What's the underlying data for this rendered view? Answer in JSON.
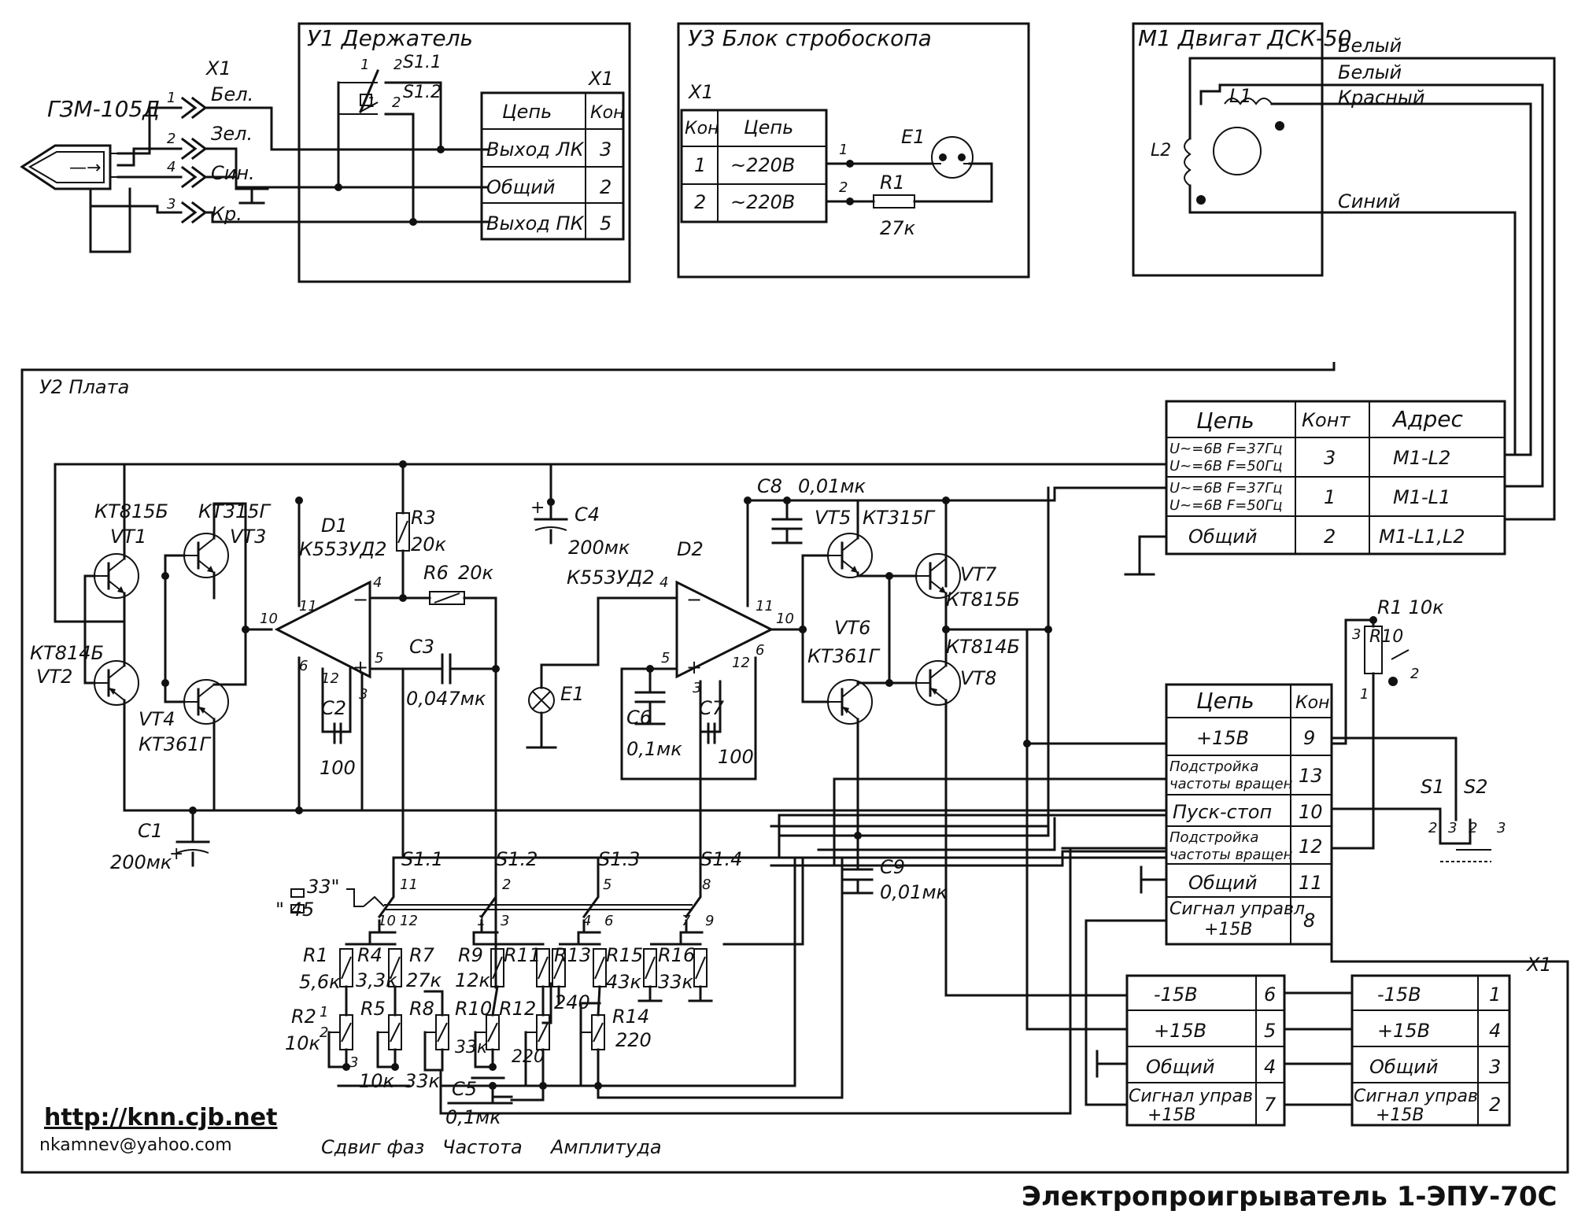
{
  "title": "Электропроигрыватель 1-ЭПУ-70С",
  "footer": {
    "url": "http://knn.cjb.net",
    "email": "nkamnev@yahoo.com"
  },
  "pickup": {
    "name": "ГЗМ-105Д",
    "connector": "X1",
    "pins": [
      {
        "num": "1",
        "color": "Бел."
      },
      {
        "num": "2",
        "color": "Зел."
      },
      {
        "num": "4",
        "color": "Син."
      },
      {
        "num": "3",
        "color": "Кр."
      }
    ]
  },
  "holder": {
    "title": "У1 Держатель",
    "switch_a": "S1.1",
    "switch_b": "S1.2",
    "pin_labels": [
      "1",
      "2",
      "1",
      "2"
    ],
    "connector": "X1",
    "table_header": [
      "Цепь",
      "Кон"
    ],
    "rows": [
      [
        "Выход ЛК",
        "3"
      ],
      [
        "Общий",
        "2"
      ],
      [
        "Выход ПК",
        "5"
      ]
    ]
  },
  "stroboscope": {
    "title": "У3 Блок стробоскопа",
    "connector": "X1",
    "table_header": [
      "Кон",
      "Цепь"
    ],
    "rows": [
      [
        "1",
        "~220В"
      ],
      [
        "2",
        "~220В"
      ]
    ],
    "lamp": "E1",
    "resistor": "R1",
    "resistor_value": "27к",
    "node_labels": [
      "1",
      "2"
    ]
  },
  "motor": {
    "title": "М1 Двигат ДСК-50",
    "coil1": "L1",
    "coil2": "L2",
    "wires": [
      "Белый",
      "Белый",
      "Красный",
      "Синий"
    ]
  },
  "board": {
    "title": "У2 Плата",
    "motor_table": {
      "header": [
        "Цепь",
        "Конт",
        "Адрес"
      ],
      "rows": [
        {
          "chain1": "U~=6В F=37Гц",
          "chain2": "U~=6В F=50Гц",
          "pin": "3",
          "addr": "М1-L2"
        },
        {
          "chain1": "U~=6В F=37Гц",
          "chain2": "U~=6В F=50Гц",
          "pin": "1",
          "addr": "М1-L1"
        },
        {
          "chain1": "Общий",
          "chain2": "",
          "pin": "2",
          "addr": "М1-L1,L2"
        }
      ]
    },
    "ctrl_table": {
      "header": [
        "Цепь",
        "Кон"
      ],
      "rows": [
        {
          "l1": "+15В",
          "l2": "",
          "pin": "9"
        },
        {
          "l1": "Подстройка",
          "l2": "частоты вращен",
          "pin": "13"
        },
        {
          "l1": "Пуск-стоп",
          "l2": "",
          "pin": "10"
        },
        {
          "l1": "Подстройка",
          "l2": "частоты вращен",
          "pin": "12"
        },
        {
          "l1": "Общий",
          "l2": "",
          "pin": "11"
        },
        {
          "l1": "Сигнал управл",
          "l2": "+15В",
          "pin": "8"
        }
      ]
    },
    "power_table": {
      "rows": [
        {
          "l1": "-15В",
          "l2": "",
          "pin": "6"
        },
        {
          "l1": "+15В",
          "l2": "",
          "pin": "5"
        },
        {
          "l1": "Общий",
          "l2": "",
          "pin": "4"
        },
        {
          "l1": "Сигнал управ",
          "l2": "+15В",
          "pin": "7"
        }
      ]
    },
    "x1_table": {
      "connector": "X1",
      "rows": [
        {
          "l1": "-15В",
          "l2": "",
          "pin": "1"
        },
        {
          "l1": "+15В",
          "l2": "",
          "pin": "4"
        },
        {
          "l1": "Общий",
          "l2": "",
          "pin": "3"
        },
        {
          "l1": "Сигнал управ",
          "l2": "+15В",
          "pin": "2"
        }
      ]
    },
    "pot": {
      "ref": "R1 10к",
      "name": "R10",
      "pins": [
        "3",
        "2",
        "1"
      ]
    },
    "switches": {
      "s1": "S1",
      "s2": "S2",
      "pins": [
        "2",
        "3",
        "2",
        "3"
      ]
    },
    "d1": {
      "ref": "D1",
      "type": "К553УД2",
      "pins": [
        "11",
        "4",
        "10",
        "6",
        "12",
        "3",
        "5"
      ]
    },
    "d2": {
      "ref": "D2",
      "type": "К553УД2",
      "pins": [
        "4",
        "11",
        "10",
        "5",
        "3",
        "12",
        "6"
      ]
    },
    "transistors": {
      "vt1": {
        "ref": "VT1",
        "type": "КТ815Б"
      },
      "vt2": {
        "ref": "VT2",
        "type": "КТ814Б"
      },
      "vt3": {
        "ref": "VT3",
        "type": "КТ315Г"
      },
      "vt4": {
        "ref": "VT4",
        "type": "КТ361Г"
      },
      "vt5": {
        "ref": "VT5",
        "type": "КТ315Г"
      },
      "vt6": {
        "ref": "VT6",
        "type": "КТ361Г"
      },
      "vt7": {
        "ref": "VT7",
        "type": "КТ815Б"
      },
      "vt8": {
        "ref": "VT8",
        "type": "КТ814Б"
      }
    },
    "caps": {
      "c1": {
        "ref": "C1",
        "val": "200мк"
      },
      "c2": {
        "ref": "C2",
        "val": "100"
      },
      "c3": {
        "ref": "C3",
        "val": "0,047мк"
      },
      "c4": {
        "ref": "C4",
        "val": "200мк"
      },
      "c5": {
        "ref": "C5",
        "val": "0,1мк"
      },
      "c6": {
        "ref": "C6",
        "val": "0,1мк"
      },
      "c7": {
        "ref": "C7",
        "val": "100"
      },
      "c8": {
        "ref": "C8",
        "val": "0,01мк"
      },
      "c9": {
        "ref": "C9",
        "val": "0,01мк"
      }
    },
    "resistors": {
      "r3": {
        "ref": "R3",
        "val": "20к"
      },
      "r6": {
        "ref": "R6",
        "val": "20к"
      }
    },
    "lamp": "E1",
    "speed_sw": {
      "label1": "33\"",
      "label2": "\" 45",
      "sections": [
        "S1.1",
        "S1.2",
        "S1.3",
        "S1.4"
      ],
      "contacts": [
        "11",
        "2",
        "5",
        "8"
      ],
      "lower": [
        "10",
        "12",
        "1",
        "3",
        "4",
        "6",
        "7",
        "9"
      ]
    },
    "trim": [
      {
        "ref": "R1",
        "val": "5,6к"
      },
      {
        "ref": "R2",
        "val": "10к"
      },
      {
        "ref": "R4",
        "val": "3,3к"
      },
      {
        "ref": "R5",
        "val": "10к"
      },
      {
        "ref": "R7",
        "val": "27к"
      },
      {
        "ref": "R8",
        "val": "33к"
      },
      {
        "ref": "R9",
        "val": "12к"
      },
      {
        "ref": "R10",
        "val": "33к"
      },
      {
        "ref": "R11",
        "val": ""
      },
      {
        "ref": "R12",
        "val": "220"
      },
      {
        "ref": "R13",
        "val": "240"
      },
      {
        "ref": "R14",
        "val": "220"
      },
      {
        "ref": "R15",
        "val": "43к"
      },
      {
        "ref": "R16",
        "val": "33к"
      }
    ],
    "trim_pins": [
      "1",
      "2",
      "3"
    ],
    "bottom_labels": [
      "Сдвиг фаз",
      "Частота",
      "Амплитуда"
    ]
  }
}
